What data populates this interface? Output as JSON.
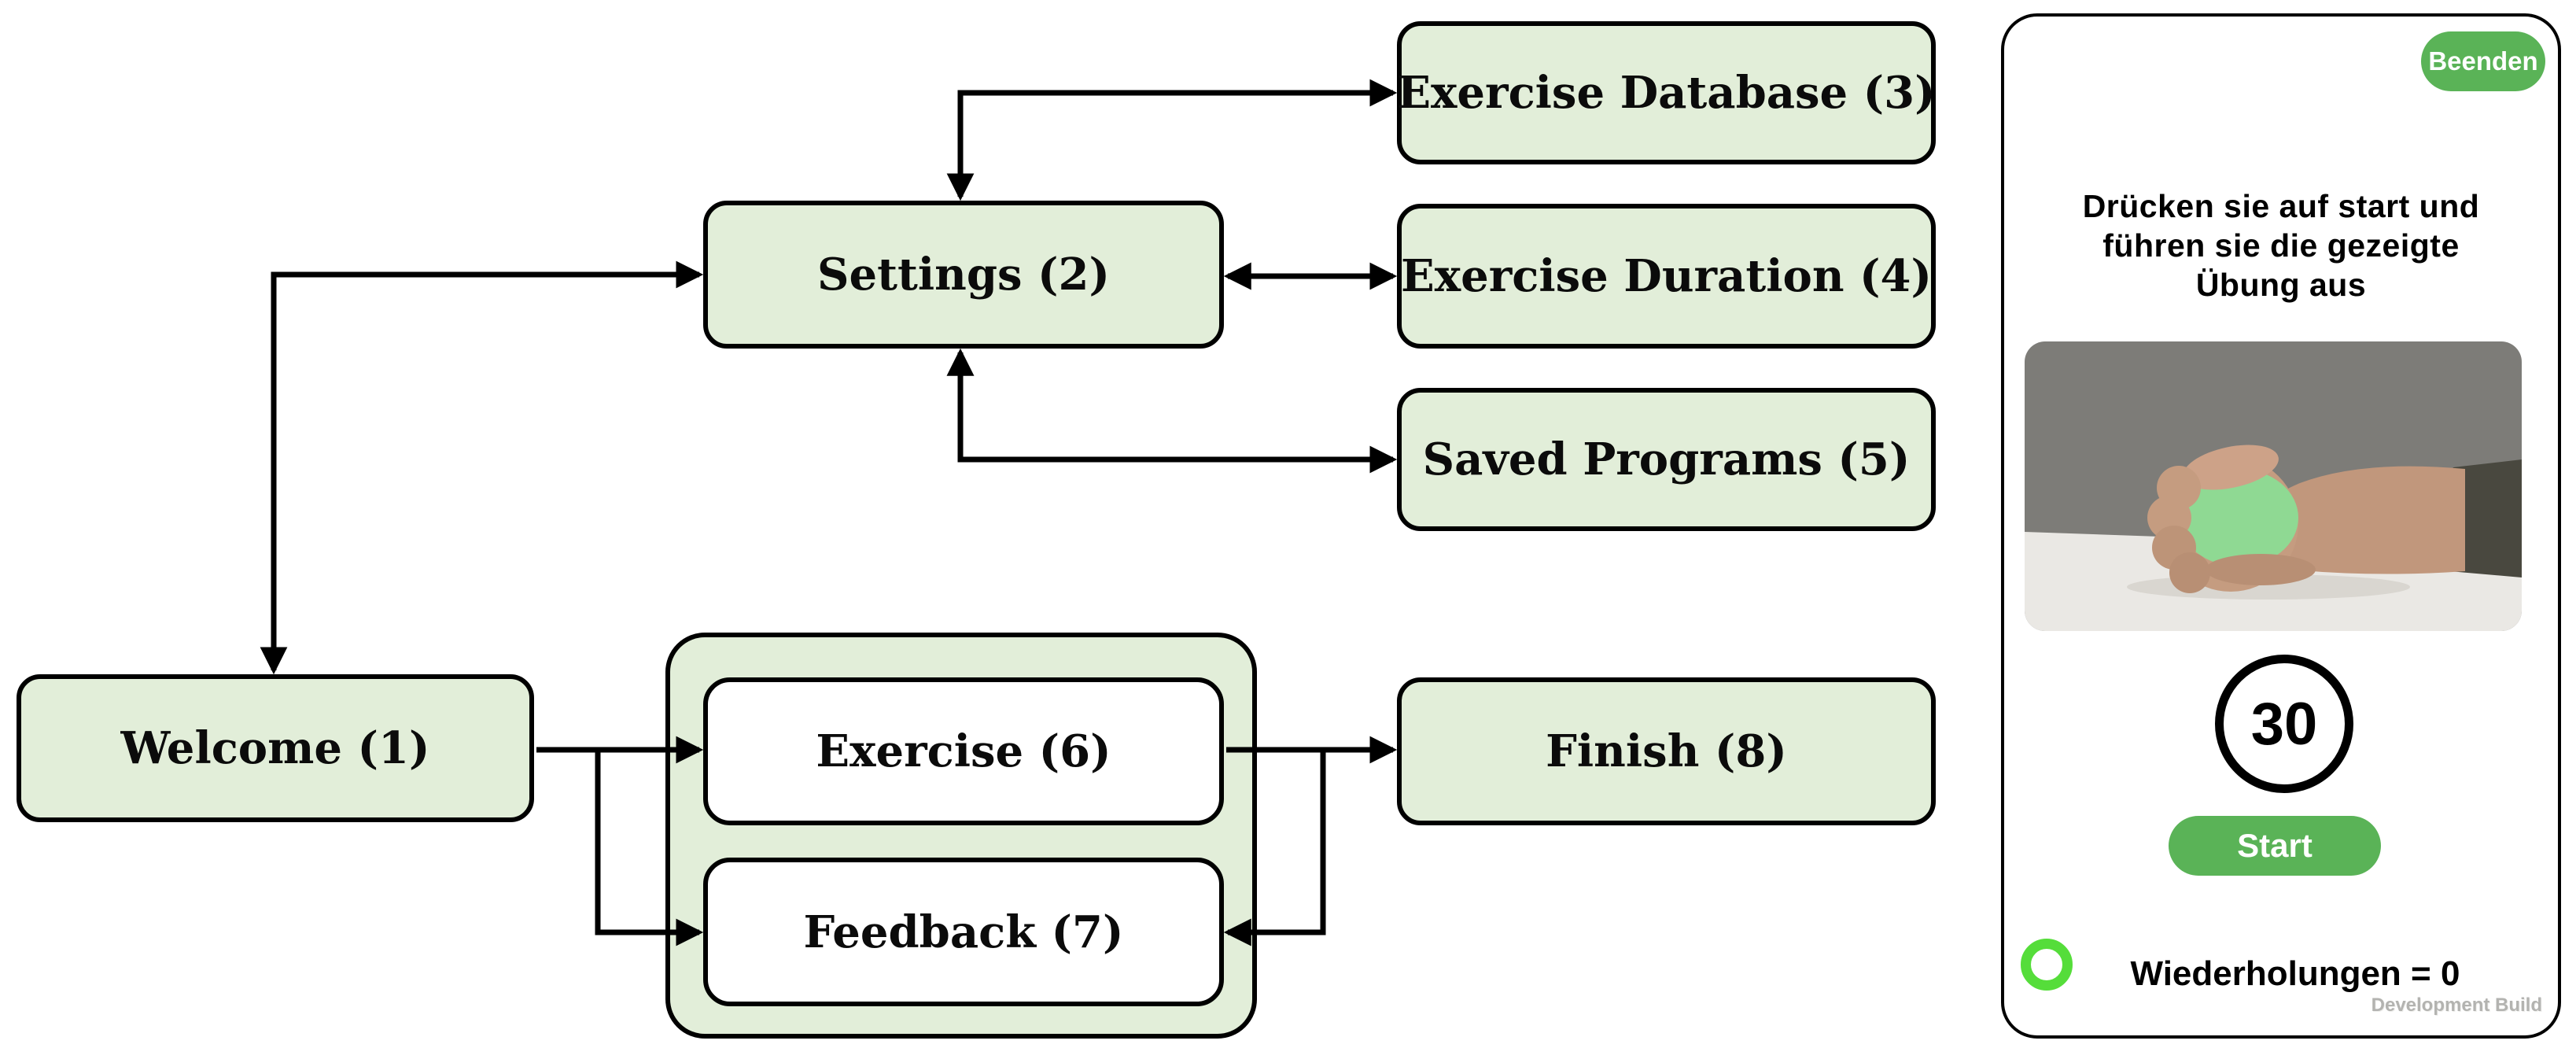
{
  "diagram": {
    "nodes": {
      "welcome": {
        "label": "Welcome (1)"
      },
      "settings": {
        "label": "Settings (2)"
      },
      "exercise_database": {
        "label": "Exercise Database (3)"
      },
      "exercise_duration": {
        "label": "Exercise Duration (4)"
      },
      "saved_programs": {
        "label": "Saved Programs (5)"
      },
      "exercise": {
        "label": "Exercise (6)"
      },
      "feedback": {
        "label": "Feedback (7)"
      },
      "finish": {
        "label": "Finish (8)"
      }
    },
    "edges": [
      {
        "from": "welcome",
        "to": "settings",
        "arrows": "both"
      },
      {
        "from": "settings",
        "to": "exercise_database",
        "arrows": "both"
      },
      {
        "from": "settings",
        "to": "exercise_duration",
        "arrows": "both"
      },
      {
        "from": "settings",
        "to": "saved_programs",
        "arrows": "both"
      },
      {
        "from": "welcome",
        "to": "exercise",
        "arrows": "end"
      },
      {
        "from": "welcome",
        "to": "feedback",
        "arrows": "end"
      },
      {
        "from": "exercise",
        "to": "finish",
        "arrows": "end"
      },
      {
        "from": "exercise",
        "to": "feedback",
        "arrows": "end"
      }
    ],
    "colors": {
      "node_fill": "#e2eed9",
      "node_border": "#000000",
      "inner_node_fill": "#ffffff"
    }
  },
  "app_panel": {
    "exit_button": "Beenden",
    "instruction": "Drücken sie auf start und\nführen sie die gezeigte\nÜbung aus",
    "photo_alt": "hand-squeezing-green-ball",
    "timer_value": "30",
    "start_button": "Start",
    "repetitions_label": "Wiederholungen = 0",
    "watermark": "Development Build",
    "colors": {
      "button_green": "#5ab357",
      "ring_green": "#55dd3a"
    }
  }
}
